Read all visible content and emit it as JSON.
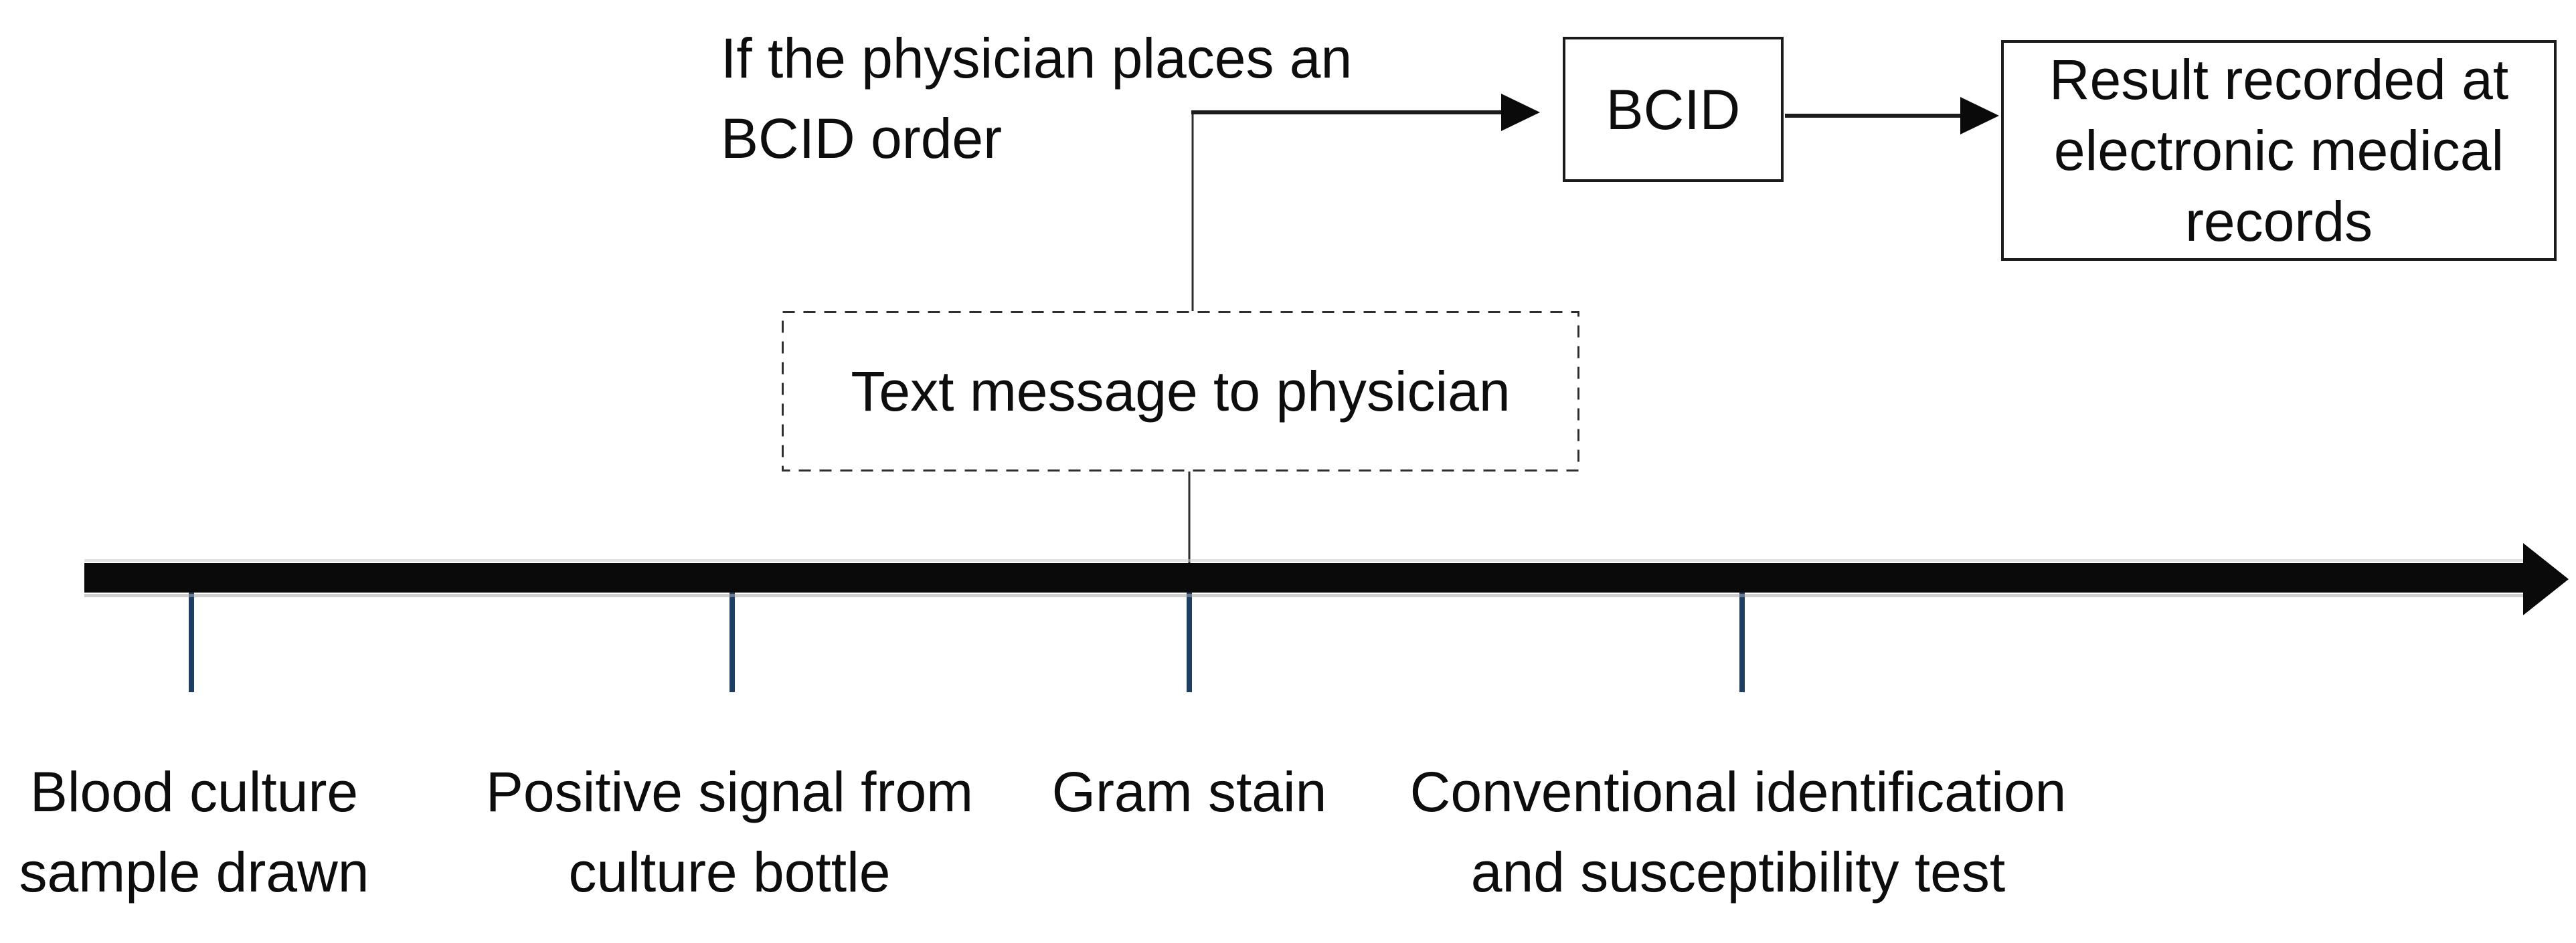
{
  "page": {
    "background": "#ffffff",
    "text_color": "#0d0d0d"
  },
  "annotation": {
    "line1": "If the physician places an",
    "line2": "BCID order"
  },
  "bcid_box": {
    "label": "BCID"
  },
  "result_box": {
    "line1": "Result recorded at",
    "line2": "electronic medical",
    "line3": "records"
  },
  "message_box": {
    "label": "Text message to physician"
  },
  "timeline": {
    "direction": "left-to-right",
    "bar_color": "#0a0a0a",
    "tick_color": "#1f3e64",
    "connector_color": "#2e2e2e",
    "events": [
      {
        "line1": "Blood culture",
        "line2": "sample drawn"
      },
      {
        "line1": "Positive signal from",
        "line2": "culture bottle"
      },
      {
        "line1": "Gram stain",
        "line2": ""
      },
      {
        "line1": "Conventional identification",
        "line2": "and susceptibility test"
      }
    ]
  }
}
